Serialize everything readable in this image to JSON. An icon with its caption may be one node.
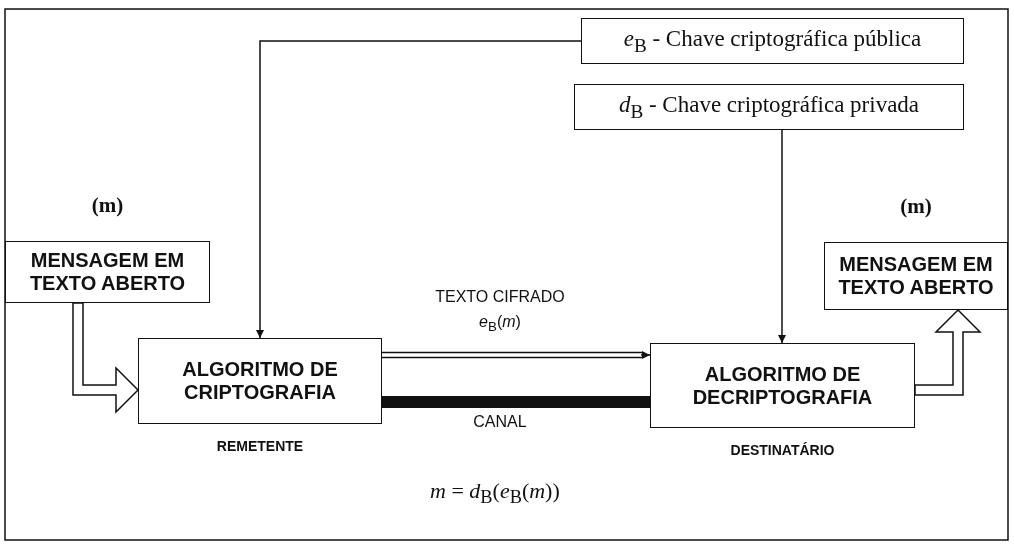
{
  "diagram": {
    "nodes": [
      {
        "text": [
          "(m)",
          "MENSAGEM EM TEXTO ABERTO"
        ]
      },
      {
        "text": [
          "(m)",
          "MENSAGEM EM TEXTO ABERTO"
        ]
      },
      {
        "text": [
          "*e*$_{B}$ - Chave criptográfica pública"
        ]
      },
      {
        "text": [
          "*d*$_{B}$ - Chave criptográfica privada"
        ]
      },
      {
        "text": [
          "ALGORITMO DE CRIPTOGRAFIA"
        ],
        "beside": [
          "REMETENTE"
        ]
      },
      {
        "text": [
          "ALGORITMO DE DECRIPTOGRAFIA"
        ],
        "beside": [
          "DESTINATÁRIO"
        ]
      }
    ],
    "edges": [
      {
        "from": 0,
        "to": 4,
        "arrow": "to",
        "style": "thick"
      },
      {
        "from": 2,
        "to": 4,
        "arrow": "to"
      },
      {
        "from": 3,
        "to": 5,
        "arrow": "to"
      },
      {
        "from": 4,
        "to": 5,
        "arrow": "to",
        "label": "TEXTO CIFRADO *e*$_{B}$(*m*)"
      },
      {
        "from": 4,
        "to": 5,
        "arrow": "none",
        "style": "thick",
        "label": "CANAL"
      },
      {
        "from": 5,
        "to": 1,
        "arrow": "to",
        "style": "thick"
      }
    ],
    "labels": [
      "*m* = *d*$_{B}$(*e*$_{B}$(*m*))"
    ]
  }
}
